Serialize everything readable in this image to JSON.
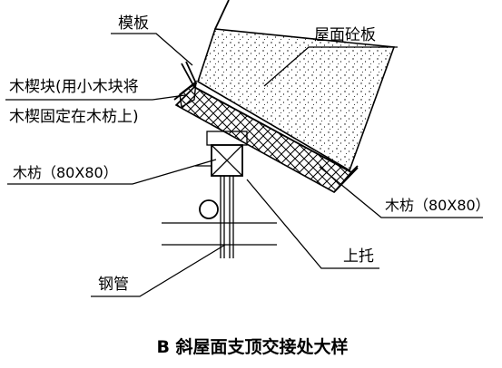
{
  "labels": {
    "formwork": "模板",
    "roof_slab": "屋面砼板",
    "wedge_line1": "木楔块(用小木块将",
    "wedge_line2": "木楔固定在木枋上)",
    "timber_left": "木枋（80X80）",
    "timber_right": "木枋（80X80）",
    "top_support": "上托",
    "steel_pipe": "钢管"
  },
  "caption": "B 斜屋面支顶交接处大样",
  "colors": {
    "line": "#000000",
    "background": "#ffffff"
  }
}
